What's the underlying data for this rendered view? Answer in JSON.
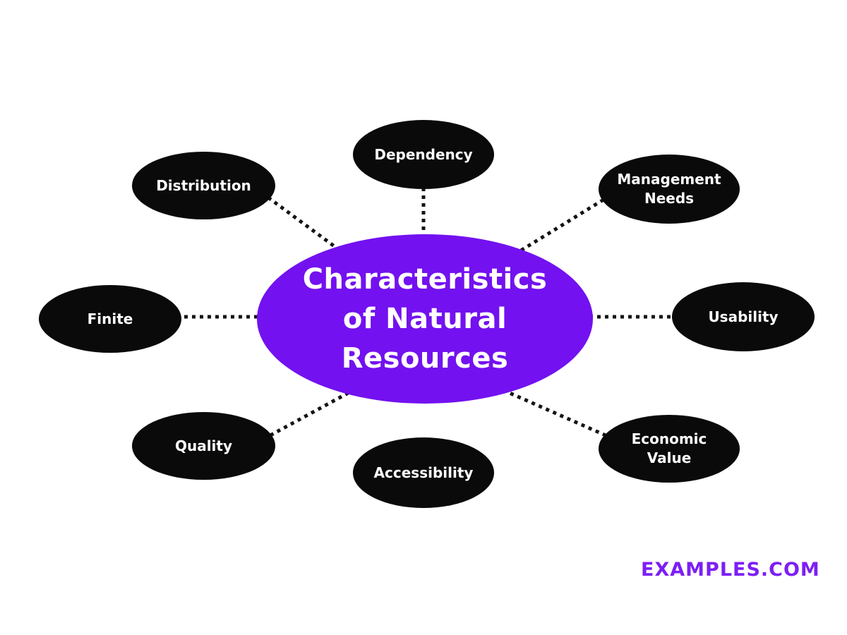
{
  "diagram": {
    "type": "mindmap",
    "center": {
      "label": "Characteristics of Natural Resources",
      "lines": [
        "Characteristics",
        "of Natural",
        "Resources"
      ]
    },
    "nodes": [
      {
        "id": "dependency",
        "label": "Dependency",
        "position": "top-center",
        "connected": true
      },
      {
        "id": "distribution",
        "label": "Distribution",
        "position": "top-left",
        "connected": true
      },
      {
        "id": "management-needs",
        "label": "Management Needs",
        "position": "top-right",
        "connected": true
      },
      {
        "id": "finite",
        "label": "Finite",
        "position": "middle-left",
        "connected": true
      },
      {
        "id": "usability",
        "label": "Usability",
        "position": "middle-right",
        "connected": true
      },
      {
        "id": "quality",
        "label": "Quality",
        "position": "bottom-left",
        "connected": true
      },
      {
        "id": "accessibility",
        "label": "Accessibility",
        "position": "bottom-center",
        "connected": false
      },
      {
        "id": "economic-value",
        "label": "Economic Value",
        "position": "bottom-right",
        "connected": true
      }
    ],
    "colors": {
      "center_fill": "#7311f0",
      "node_fill": "#0a0a0a",
      "node_text": "#ffffff",
      "connector": "#141414",
      "brand_text": "#7c1ff4",
      "background": "#ffffff"
    }
  },
  "branding": {
    "text": "EXAMPLES.COM"
  }
}
